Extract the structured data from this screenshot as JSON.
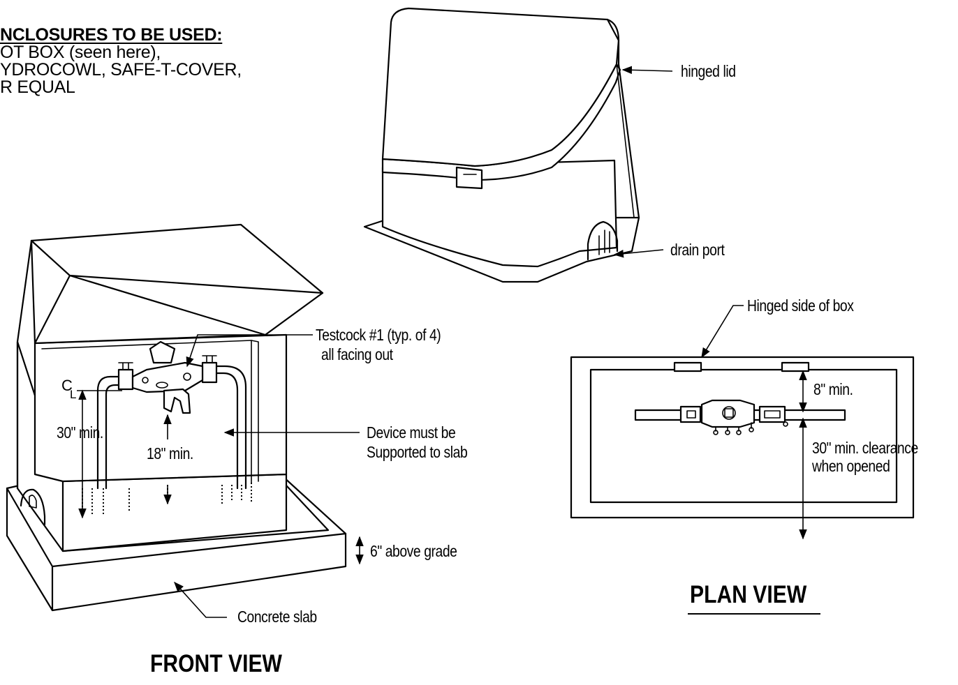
{
  "notes": {
    "heading": "NCLOSURES TO BE USED:",
    "lines": [
      "OT BOX (seen here),",
      "YDROCOWL, SAFE-T-COVER,",
      "R EQUAL"
    ]
  },
  "iso_view": {
    "labels": {
      "hinged_lid": "hinged lid",
      "drain_port": "drain port"
    }
  },
  "front_view": {
    "title": "FRONT VIEW",
    "labels": {
      "testcock_line1": "Testcock #1 (typ. of 4)",
      "testcock_line2": "all facing out",
      "device_line1": "Device must be",
      "device_line2": "Supported to slab",
      "centerline_c": "C",
      "centerline_l": "L",
      "min_30": "30\" min.",
      "min_18": "18\" min.",
      "above_grade": "6\" above grade",
      "concrete_slab": "Concrete slab"
    }
  },
  "plan_view": {
    "title": "PLAN VIEW",
    "labels": {
      "hinged_side": "Hinged side of box",
      "min_8": "8\" min.",
      "clearance_line1": "30\" min. clearance",
      "clearance_line2": "when opened"
    }
  }
}
